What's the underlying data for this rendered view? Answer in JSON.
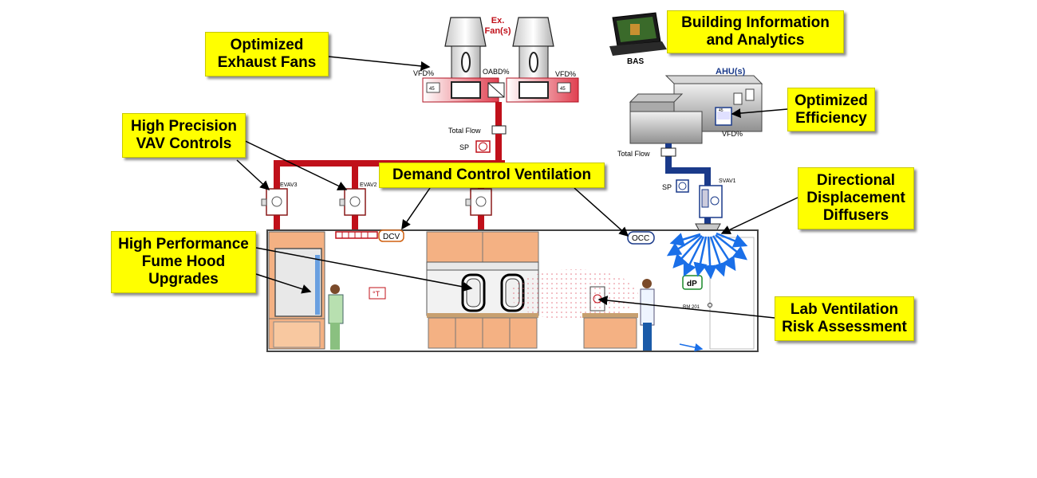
{
  "callouts": {
    "exhaust_fans": "Optimized\nExhaust Fans",
    "building_info": "Building Information\nand Analytics",
    "vav_controls": "High Precision\nVAV Controls",
    "demand_control": "Demand Control Ventilation",
    "optimized_efficiency": "Optimized\nEfficiency",
    "displacement_diffusers": "Directional\nDisplacement\nDiffusers",
    "fume_hood": "High Performance\nFume Hood\nUpgrades",
    "risk_assessment": "Lab Ventilation\nRisk Assessment"
  },
  "labels": {
    "ex_fans_line1": "Ex.",
    "ex_fans_line2": "Fan(s)",
    "vfd_left": "VFD%",
    "vfd_right": "VFD%",
    "oabd": "OABD%",
    "total_flow_exhaust": "Total Flow",
    "sp_exhaust": "SP",
    "bas": "BAS",
    "ahu": "AHU(s)",
    "vfd_ahu": "VFD%",
    "total_flow_supply": "Total Flow",
    "sp_supply": "SP",
    "svav1": "SVAV1",
    "evav3": "EVAV3",
    "evav2": "EVAV2",
    "dcv": "DCV",
    "occ": "OCC",
    "temp": "°T",
    "dp": "dP",
    "room": "RM 201",
    "vfd_value": "45"
  },
  "colors": {
    "callout_fill": "#ffff00",
    "exhaust_duct": "#c0101a",
    "supply_duct": "#1a3a8a",
    "airflow_arrow": "#1a6fe8",
    "cabinet": "#f4b183"
  }
}
